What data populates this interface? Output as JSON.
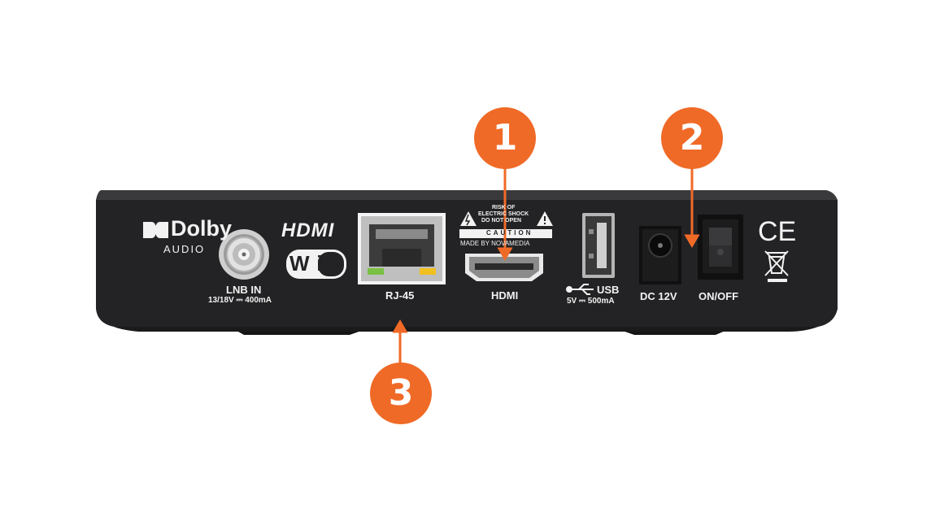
{
  "device": {
    "brand_dolby": "Dolby",
    "brand_dolby_sub": "AUDIO",
    "hdmi_logo": "HDMI",
    "wifi_logo": "WiFi",
    "ports": {
      "lnb": {
        "label": "LNB IN",
        "spec": "13/18V ⎓ 400mA"
      },
      "rj45": {
        "label": "RJ-45"
      },
      "hdmi": {
        "label": "HDMI"
      },
      "usb": {
        "label": "USB",
        "spec": "5V ⎓ 500mA"
      },
      "dc": {
        "label": "DC 12V"
      },
      "power": {
        "label": "ON/OFF"
      }
    },
    "warning": {
      "line1": "RISK OF",
      "line2": "ELECTRIC SHOCK",
      "line3": "DO NOT OPEN",
      "caution": "CAUTION",
      "made_by": "MADE BY NOVAMEDIA"
    },
    "ce_mark": "CE"
  },
  "callouts": [
    {
      "number": "1",
      "target": "HDMI"
    },
    {
      "number": "2",
      "target": "ON/OFF"
    },
    {
      "number": "3",
      "target": "RJ-45"
    }
  ],
  "colors": {
    "callout": "#f06a27",
    "device_body": "#232325",
    "label_text": "#f2f2f2"
  }
}
